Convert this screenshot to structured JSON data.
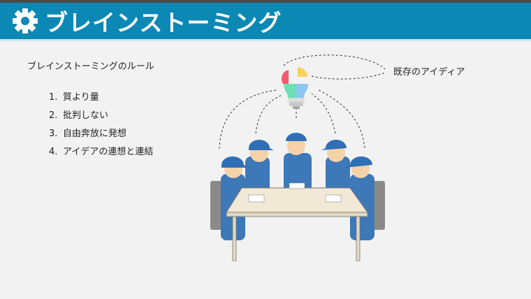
{
  "header": {
    "title": "ブレインストーミング",
    "icon": "gear-icon",
    "color": "#0b88b3"
  },
  "content": {
    "heading": "ブレインストーミングのルール",
    "rules": [
      {
        "num": "1.",
        "text": "質より量"
      },
      {
        "num": "2.",
        "text": "批判しない"
      },
      {
        "num": "3.",
        "text": "自由奔放に発想"
      },
      {
        "num": "4.",
        "text": "アイデアの連想と連結"
      }
    ],
    "illustration_label": "既存のアイディア"
  }
}
